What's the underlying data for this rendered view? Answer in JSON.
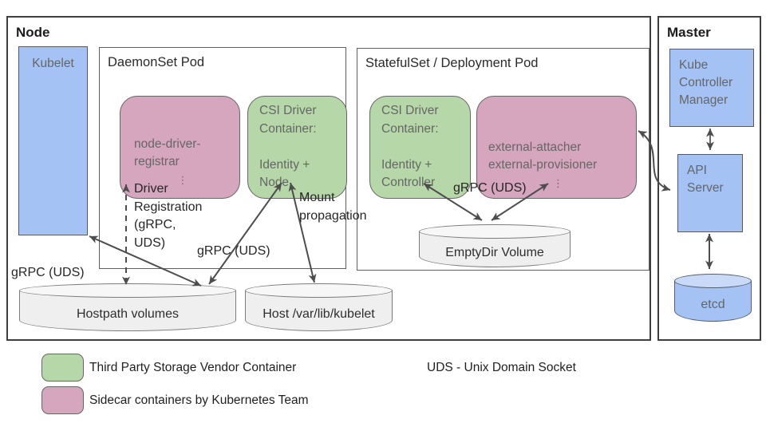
{
  "colors": {
    "blue": "#A4C2F4",
    "blue_light": "#C9DAF8",
    "green": "#B6D7A8",
    "pink": "#D5A6BD",
    "gray_fill": "#EFEFEF",
    "arrow": "#4d4d4d"
  },
  "node_panel": {
    "title": "Node",
    "kubelet_label": "Kubelet",
    "daemonset_pod": {
      "title": "DaemonSet Pod",
      "registrar_label": "node-driver-\nregistrar",
      "registrar_ellipsis": "⋮",
      "csi_label": "CSI Driver\nContainer:\n\nIdentity +\nNode"
    },
    "statefulset_pod": {
      "title": "StatefulSet / Deployment Pod",
      "csi_label": "CSI Driver\nContainer:\n\nIdentity +\nController",
      "sidecars_label": "external-attacher\nexternal-provisioner",
      "sidecars_ellipsis": "⋮",
      "emptydir_label": "EmptyDir Volume"
    },
    "hostpath_label": "Hostpath volumes",
    "host_kubelet_label": "Host /var/lib/kubelet"
  },
  "master_panel": {
    "title": "Master",
    "kcm_label": "Kube\nController\nManager",
    "api_label": "API\nServer",
    "etcd_label": "etcd"
  },
  "edge_labels": {
    "grpc_left": "gRPC (UDS)",
    "driver_registration": "Driver\nRegistration\n(gRPC,\nUDS)",
    "grpc_daemonset": "gRPC (UDS)",
    "mount_propagation": "Mount\npropagation",
    "grpc_statefulset": "gRPC (UDS)"
  },
  "legend": {
    "items": [
      {
        "swatch": "green",
        "label": "Third Party Storage Vendor Container"
      },
      {
        "swatch": "pink",
        "label": "Sidecar containers by Kubernetes Team"
      }
    ],
    "note": "UDS - Unix Domain Socket"
  }
}
